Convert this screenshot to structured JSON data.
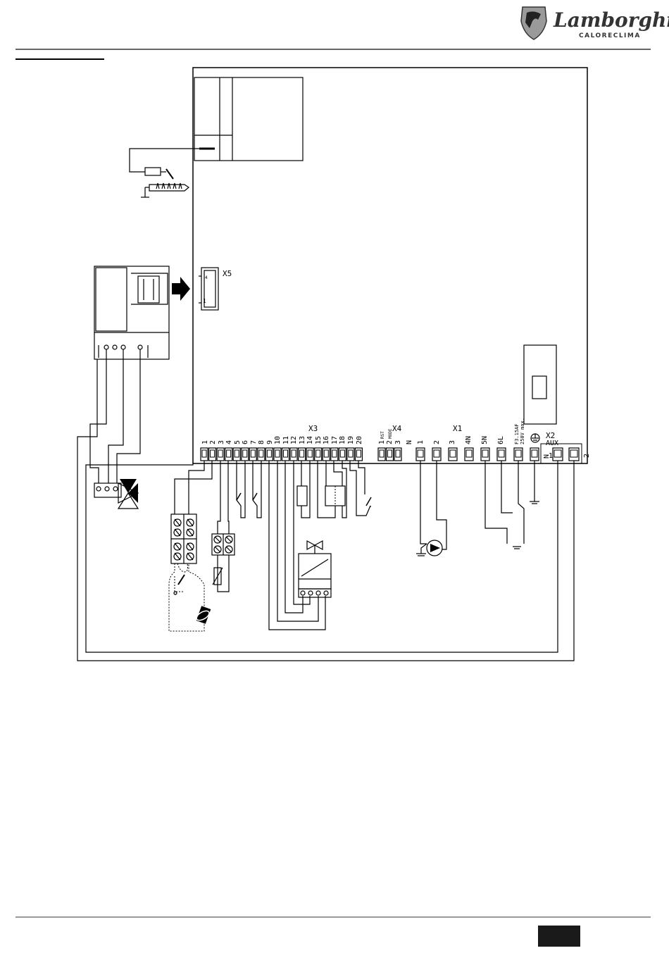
{
  "header": {
    "brand": "Lamborghini",
    "subbrand": "CALORECLIMA"
  },
  "connectors": {
    "x5": {
      "label": "X5",
      "pin_top": "4",
      "pin_bottom": "1"
    },
    "x3": {
      "label": "X3",
      "pins": [
        "1",
        "2",
        "3",
        "4",
        "5",
        "6",
        "7",
        "8",
        "9",
        "10",
        "11",
        "12",
        "13",
        "14",
        "15",
        "16",
        "17",
        "18",
        "19",
        "20"
      ]
    },
    "x4": {
      "label": "X4",
      "pins": [
        "1",
        "2",
        "3"
      ],
      "pin_notes": [
        "RST",
        "MODE"
      ]
    },
    "x1": {
      "label": "X1",
      "pins": [
        "N",
        "1",
        "2",
        "3",
        "4N",
        "5N",
        "6L"
      ],
      "fuse_note": [
        "F3.15AF",
        "250V max."
      ]
    },
    "x2": {
      "label": "X2",
      "sub_label": "AUX",
      "pins": [
        "N",
        "1",
        "2"
      ]
    }
  }
}
